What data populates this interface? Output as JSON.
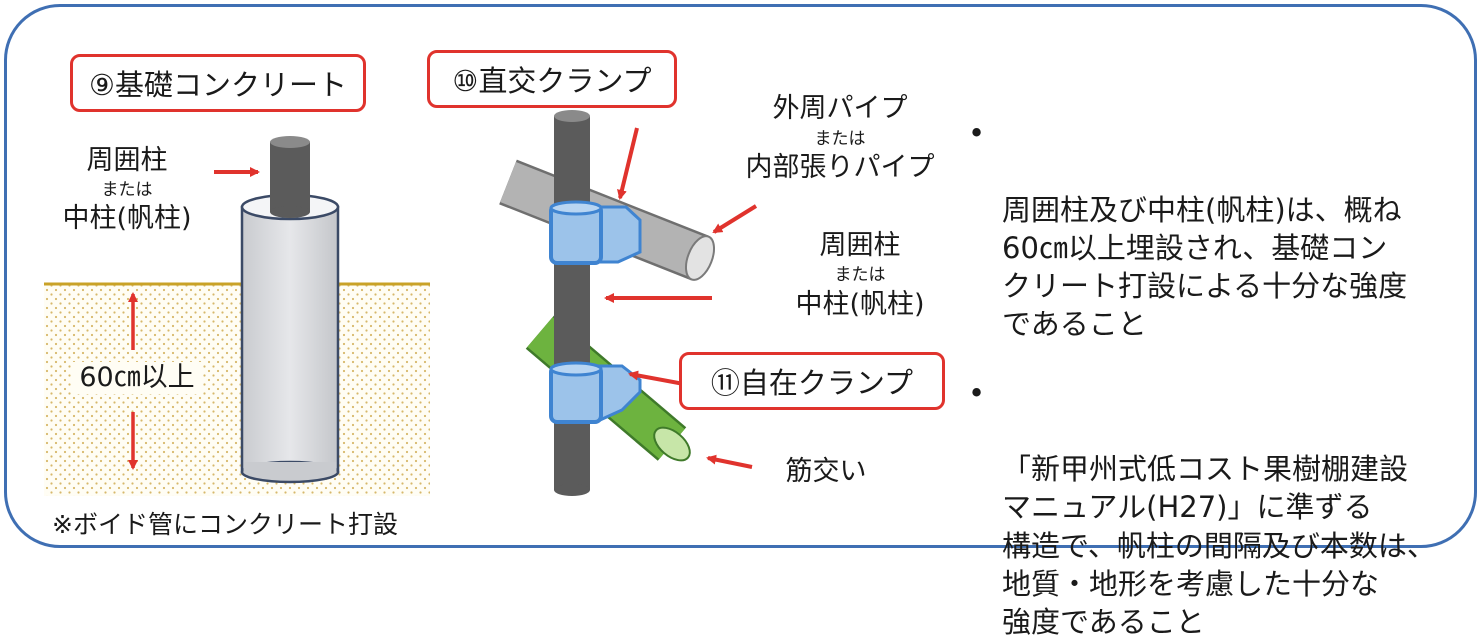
{
  "labels": {
    "box9": "⑨基礎コンクリート",
    "box10": "⑩直交クランプ",
    "box11": "⑪自在クランプ",
    "pillar_left_top": "周囲柱",
    "pillar_left_or": "または",
    "pillar_left_bottom": "中柱(帆柱)",
    "depth": "60㎝以上",
    "note": "※ボイド管にコンクリート打設",
    "outer_pipe_top": "外周パイプ",
    "outer_pipe_or": "または",
    "outer_pipe_bottom": "内部張りパイプ",
    "pillar_right_top": "周囲柱",
    "pillar_right_or": "または",
    "pillar_right_bottom": "中柱(帆柱)",
    "brace": "筋交い"
  },
  "bullets": [
    "周囲柱及び中柱(帆柱)は、概ね\n60㎝以上埋設され、基礎コン\nクリート打設による十分な強度\nであること",
    "「新甲州式低コスト果樹棚建設\nマニュアル(H27)」に準ずる\n構造で、帆柱の間隔及び本数は、\n地質・地形を考慮した十分な\n強度であること"
  ],
  "bullet_glyph": "•",
  "colors": {
    "frame": "#3f6fb3",
    "label_border": "#e0332d",
    "arrow": "#e0332d",
    "pole": "#5b5b5b",
    "pipe": "#a9a9a9",
    "brace": "#6db33f",
    "clamp": "#9cc3ea",
    "ground": "#c9a227"
  }
}
